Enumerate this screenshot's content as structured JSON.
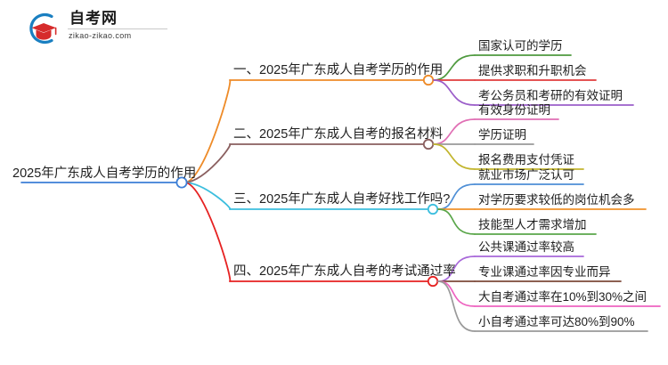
{
  "logo": {
    "name_cn": "自考网",
    "url": "zikao-zikao.com",
    "mark_icon": "graduation-cap-icon",
    "colors": {
      "arc": "#1a7fc1",
      "cap": "#d62b2b",
      "cap_dark": "#a81f1f"
    }
  },
  "mindmap": {
    "root": {
      "label": "2025年广东成人自考学历的作用",
      "color": "#3d7fd6"
    },
    "branches": [
      {
        "label": "一、2025年广东成人自考学历的作用",
        "color": "#ee8b28",
        "children": [
          {
            "label": "国家认可的学历",
            "color": "#4f9a3f"
          },
          {
            "label": "提供求职和升职机会",
            "color": "#e03c3c"
          },
          {
            "label": "考公务员和考研的有效证明",
            "color": "#9b5ec9"
          }
        ]
      },
      {
        "label": "二、2025年广东成人自考的报名材料",
        "color": "#8a5f5f",
        "children": [
          {
            "label": "有效身份证明",
            "color": "#e06fb4"
          },
          {
            "label": "学历证明",
            "color": "#9a9a9a"
          },
          {
            "label": "报名费用支付凭证",
            "color": "#c2b52e"
          }
        ]
      },
      {
        "label": "三、2025年广东成人自考好找工作吗?",
        "color": "#3cbede",
        "children": [
          {
            "label": "就业市场广泛认可",
            "color": "#4f8fd6"
          },
          {
            "label": "对学历要求较低的岗位机会多",
            "color": "#f0922b"
          },
          {
            "label": "技能型人才需求增加",
            "color": "#5aa64a"
          }
        ]
      },
      {
        "label": "四、2025年广东成人自考的考试通过率",
        "color": "#e62222",
        "children": [
          {
            "label": "公共课通过率较高",
            "color": "#a868d9"
          },
          {
            "label": "专业课通过率因专业而异",
            "color": "#7d4a3a"
          },
          {
            "label": "大自考通过率在10%到30%之间",
            "color": "#ee63c0"
          },
          {
            "label": "小自考通过率可达80%到90%",
            "color": "#9a9a9a"
          }
        ]
      }
    ]
  }
}
